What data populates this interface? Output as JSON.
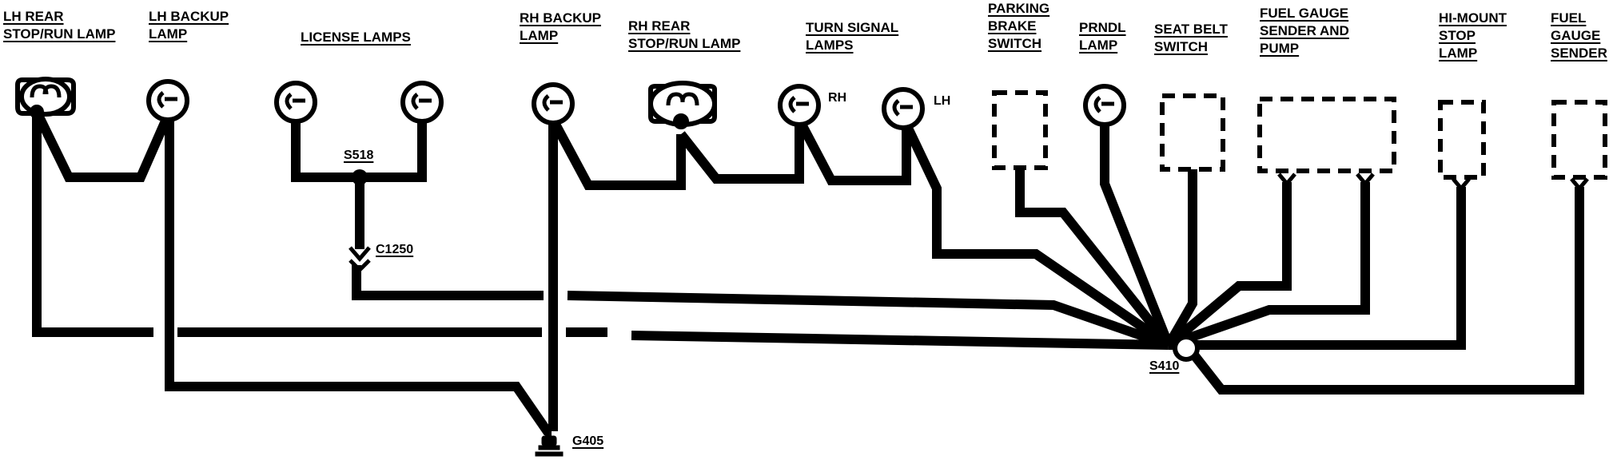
{
  "components": {
    "lh_rear_stop_run_lamp": [
      "LH REAR",
      "STOP/RUN LAMP"
    ],
    "lh_backup_lamp": [
      "LH BACKUP",
      "LAMP"
    ],
    "license_lamps": [
      "LICENSE LAMPS"
    ],
    "rh_backup_lamp": [
      "RH BACKUP",
      "LAMP"
    ],
    "rh_rear_stop_run_lamp": [
      "RH REAR",
      "STOP/RUN LAMP"
    ],
    "turn_signal_lamps": [
      "TURN SIGNAL",
      "LAMPS"
    ],
    "parking_brake_switch": [
      "PARKING",
      "BRAKE",
      "SWITCH"
    ],
    "prndl_lamp": [
      "PRNDL",
      "LAMP"
    ],
    "seat_belt_switch": [
      "SEAT BELT",
      "SWITCH"
    ],
    "fuel_gauge_sender_and_pump": [
      "FUEL GAUGE",
      "SENDER AND",
      "PUMP"
    ],
    "hi_mount_stop_lamp": [
      "HI-MOUNT",
      "STOP",
      "LAMP"
    ],
    "fuel_gauge_sender": [
      "FUEL",
      "GAUGE",
      "SENDER"
    ]
  },
  "side_labels": {
    "rh": "RH",
    "lh": "LH"
  },
  "points": {
    "s518": "S518",
    "c1250": "C1250",
    "s410": "S410",
    "g405": "G405"
  }
}
